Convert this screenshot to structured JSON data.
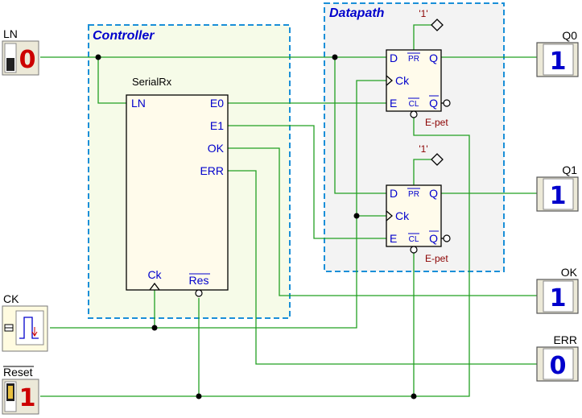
{
  "blocks": {
    "controller": "Controller",
    "datapath": "Datapath"
  },
  "serialrx": {
    "name": "SerialRx",
    "pins": {
      "ln": "LN",
      "e0": "E0",
      "e1": "E1",
      "ok": "OK",
      "err": "ERR",
      "ck": "Ck",
      "res": "Res"
    }
  },
  "ffs": [
    {
      "d": "D",
      "pr": "PR",
      "q": "Q",
      "ck": "Ck",
      "e": "E",
      "cl": "CL",
      "qbar": "Q",
      "type": "E-pet",
      "const": "'1'"
    },
    {
      "d": "D",
      "pr": "PR",
      "q": "Q",
      "ck": "Ck",
      "e": "E",
      "cl": "CL",
      "qbar": "Q",
      "type": "E-pet",
      "const": "'1'"
    }
  ],
  "inputs": {
    "ln": {
      "label": "LN",
      "value": "0"
    },
    "ck": {
      "label": "CK"
    },
    "reset": {
      "label": "Reset",
      "value": "1"
    }
  },
  "outputs": {
    "q0": {
      "label": "Q0",
      "value": "1"
    },
    "q1": {
      "label": "Q1",
      "value": "1"
    },
    "ok": {
      "label": "OK",
      "value": "1"
    },
    "err": {
      "label": "ERR",
      "value": "0"
    }
  }
}
